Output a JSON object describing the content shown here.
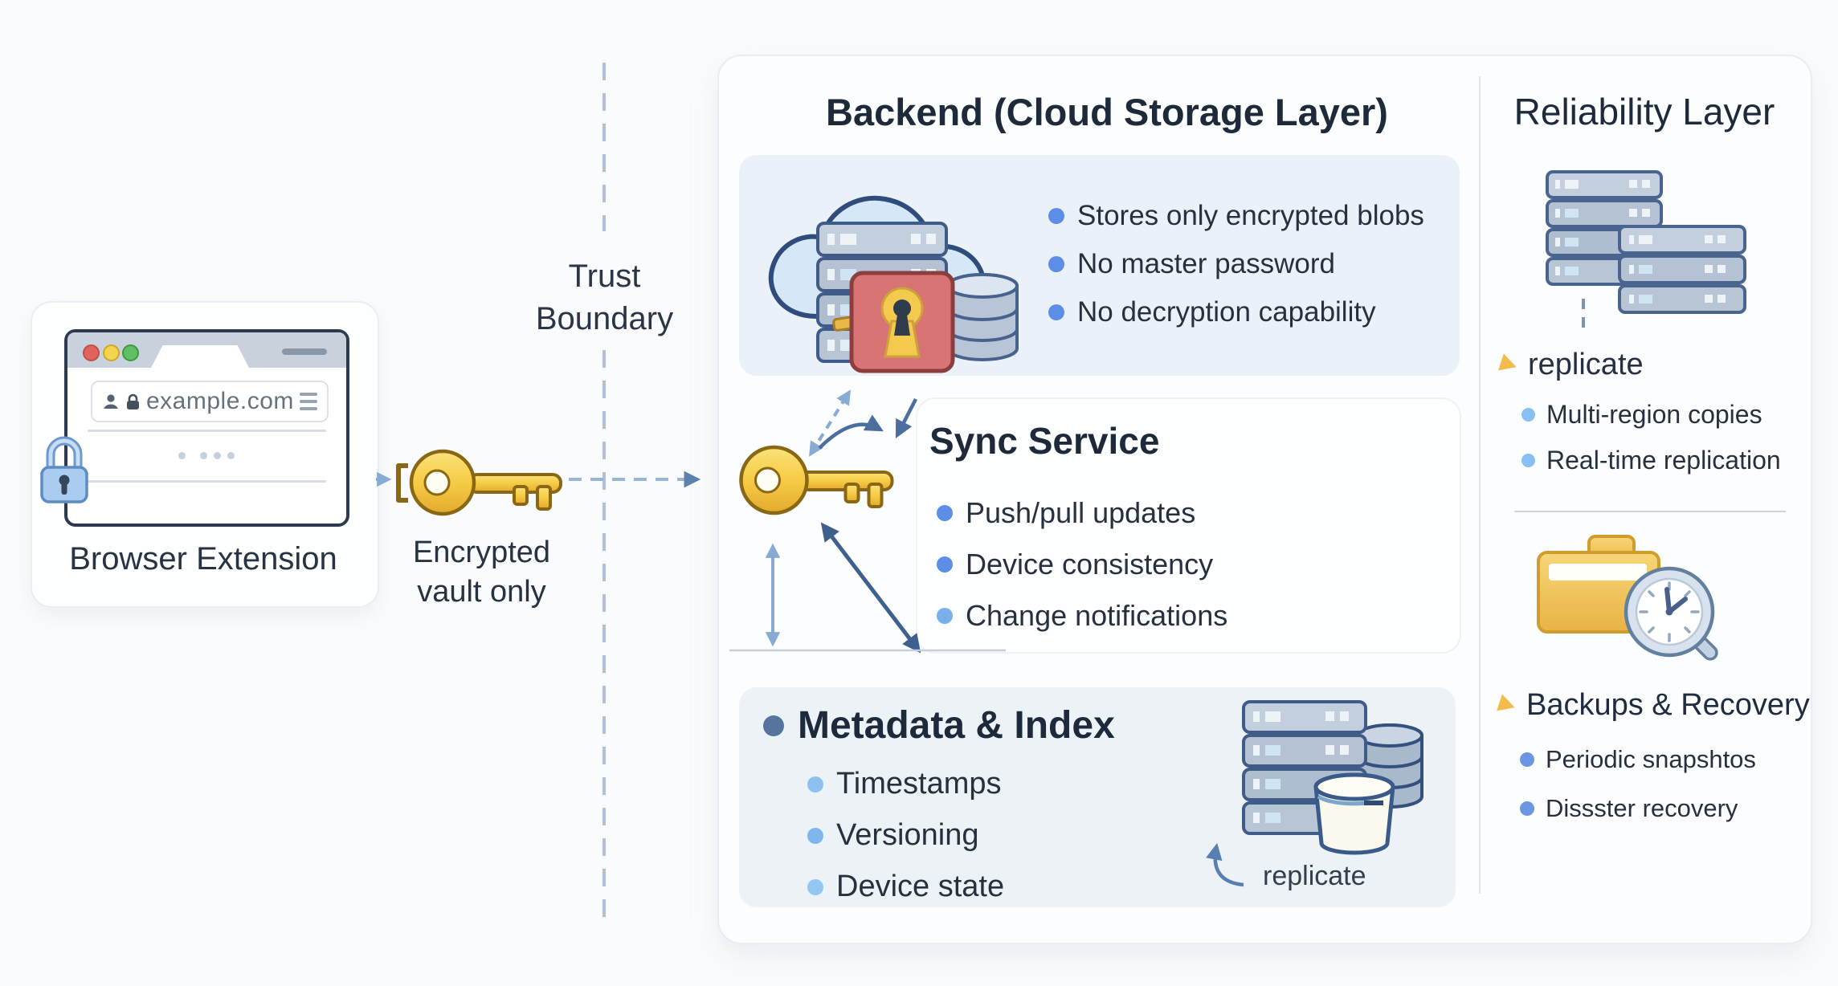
{
  "left_card": {
    "url": "example.com",
    "label": "Browser Extension"
  },
  "vault": {
    "line1": "Encrypted",
    "line2": "vault only"
  },
  "trust": {
    "line1": "Trust",
    "line2": "Boundary"
  },
  "backend": {
    "title": "Backend (Cloud Storage Layer)",
    "cloud_bullets": [
      "Stores only encrypted blobs",
      "No master password",
      "No decryption capability"
    ],
    "sync_title": "Sync Service",
    "sync_bullets": [
      "Push/pull updates",
      "Device consistency",
      "Change notifications"
    ],
    "metadata_title": "Metadata & Index",
    "metadata_bullets": [
      "Timestamps",
      "Versioning",
      "Device state"
    ],
    "replicate_label": "replicate"
  },
  "reliability": {
    "title": "Reliability Layer",
    "replicate_label": "replicate",
    "replication_bullets": [
      "Multi-region copies",
      "Real-time replication"
    ],
    "backups_title": "Backups & Recovery",
    "backup_bullets": [
      "Periodic snapshtos",
      "Dissster recovery"
    ]
  },
  "colors": {
    "accent_blue": "#5c8ee8",
    "light_blue": "#8ec1f1",
    "accent_yellow": "#f2bb4a",
    "arrow_steel": "#4a6f9f",
    "panel_blue": "#ebf1f8",
    "key_gold": "#f6cc45",
    "lock_red": "#d97474"
  }
}
